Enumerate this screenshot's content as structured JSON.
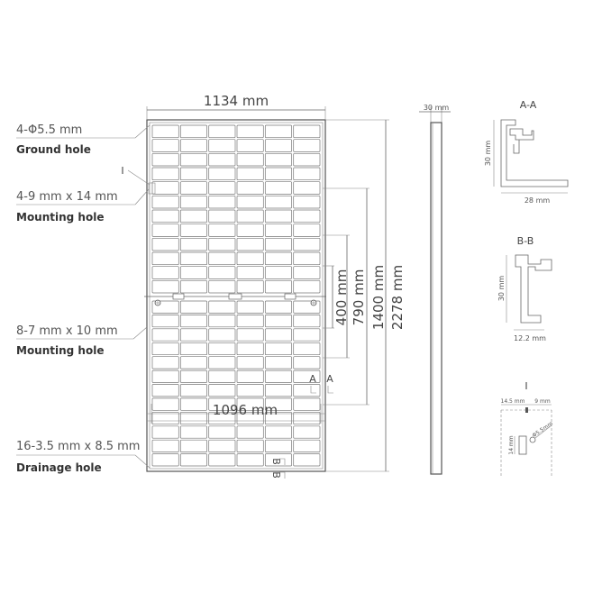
{
  "dimensions": {
    "width": "1134 mm",
    "inner_width": "1096 mm",
    "height": "2278 mm",
    "pitch_1400": "1400 mm",
    "pitch_790": "790 mm",
    "pitch_400": "400 mm",
    "thickness": "30 mm"
  },
  "callouts": [
    {
      "spec": "4-Φ5.5 mm",
      "label": "Ground hole"
    },
    {
      "spec": "4-9 mm x 14 mm",
      "label": "Mounting hole"
    },
    {
      "spec": "8-7 mm x 10 mm",
      "label": "Mounting hole"
    },
    {
      "spec": "16-3.5 mm x 8.5 mm",
      "label": "Drainage hole"
    }
  ],
  "markers": {
    "detail_I": "I",
    "section_a": "A",
    "section_b": "B"
  },
  "section_aa": {
    "title": "A-A",
    "height": "30 mm",
    "width": "28 mm"
  },
  "section_bb": {
    "title": "B-B",
    "height": "30 mm",
    "width": "12.2 mm"
  },
  "detail_i": {
    "title": "I",
    "dim_left": "14.5 mm",
    "dim_right": "9 mm",
    "dim_vertical": "14 mm",
    "dim_diagonal": "Φ5.5mm"
  }
}
